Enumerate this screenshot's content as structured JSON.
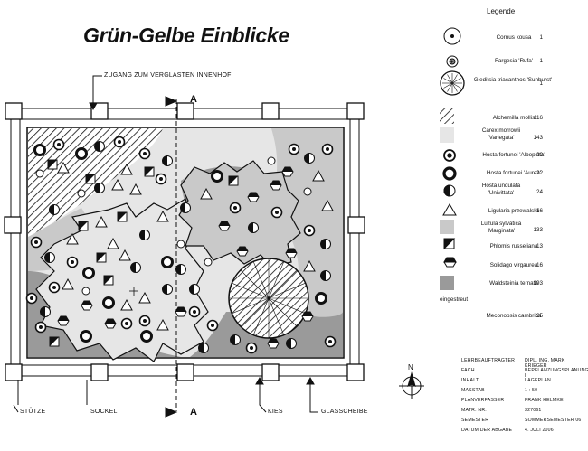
{
  "title": "Grün-Gelbe Einblicke",
  "labels": {
    "courtyard": "ZUGANG ZUM VERGLASTEN INNENHOF",
    "column": "STÜTZE",
    "plinth": "SOCKEL",
    "gravel": "KIES",
    "glasswall": "GLASSCHEIBE",
    "section": "A"
  },
  "legend": {
    "title": "Legende",
    "items": [
      {
        "name": "Cornus kousa",
        "count": "1",
        "symbol": "tree-cornus"
      },
      {
        "name": "Fargesia 'Rufa'",
        "count": "1",
        "symbol": "bamboo-fargesia"
      },
      {
        "name": "Gleditsia triacanthos 'Sunburst'",
        "count": "1",
        "symbol": "tree-gleditsia"
      },
      {
        "name": "Alchemilla mollis",
        "count": "116",
        "symbol": "hatch"
      },
      {
        "name": "Carex morrowii 'Variegata'",
        "count": "143",
        "symbol": "light-grey"
      },
      {
        "name": "Hosta fortunei 'Albopicta'",
        "count": "20",
        "symbol": "ring-thin"
      },
      {
        "name": "Hosta fortunei 'Aurea'",
        "count": "22",
        "symbol": "ring-thick"
      },
      {
        "name": "Hosta undulata 'Univittata'",
        "count": "24",
        "symbol": "half-circle"
      },
      {
        "name": "Ligularia przewalskii",
        "count": "16",
        "symbol": "triangle"
      },
      {
        "name": "Luzula sylvatica 'Marginata'",
        "count": "133",
        "symbol": "mid-grey"
      },
      {
        "name": "Phlomis russeliana",
        "count": "13",
        "symbol": "half-square"
      },
      {
        "name": "Solidago virgaurea",
        "count": "16",
        "symbol": "hexagon"
      },
      {
        "name": "Waldsteinia ternata",
        "count": "193",
        "symbol": "dark-grey"
      }
    ],
    "scattered_label": "eingestreut",
    "scattered": {
      "name": "Meconopsis cambrica",
      "count": "25"
    }
  },
  "titleblock": [
    {
      "key": "LEHRBEAUFTRAGTER",
      "value": "DIPL. ING. MARK KRIEGER"
    },
    {
      "key": "FACH",
      "value": "BEPFLANZUNGSPLANUNG I"
    },
    {
      "key": "INHALT",
      "value": "LAGEPLAN"
    },
    {
      "key": "MASSTAB",
      "value": "1 : 50"
    },
    {
      "key": "PLANVERFASSER",
      "value": "FRANK HELMKE"
    },
    {
      "key": "MATR. NR.",
      "value": "327061"
    },
    {
      "key": "SEMESTER",
      "value": "SOMMERSEMESTER 06"
    },
    {
      "key": "DATUM DER ABGABE",
      "value": "4. JULI 2006"
    }
  ],
  "north": "N",
  "colors": {
    "light": "#e6e6e6",
    "mid": "#c9c9c9",
    "dark": "#9a9a9a",
    "line": "#111111"
  }
}
